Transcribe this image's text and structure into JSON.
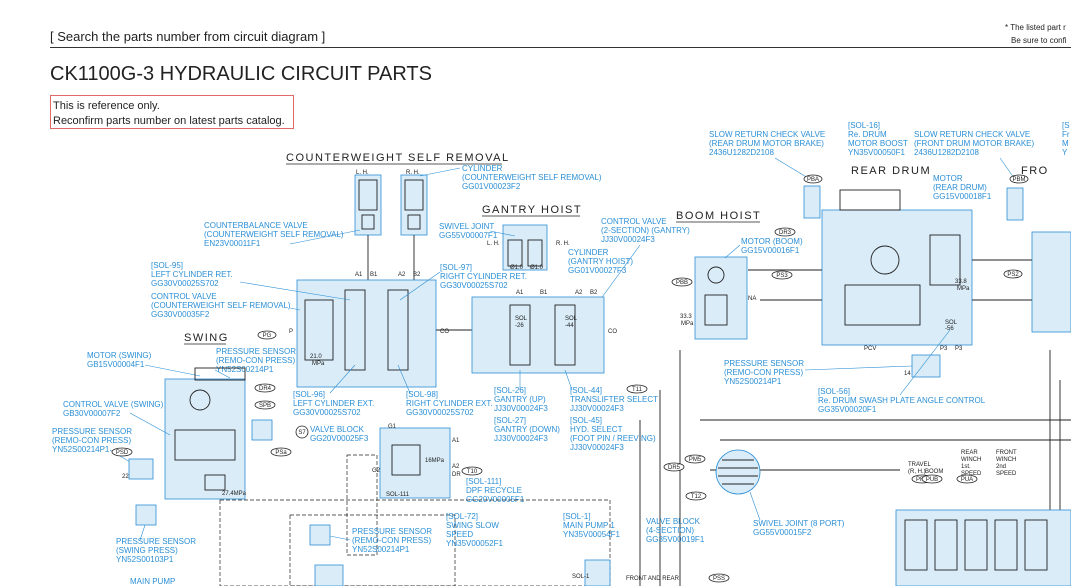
{
  "header": {
    "title": "[ Search the parts number from circuit diagram ]",
    "note_line1": "* The listed part r",
    "note_line2": "Be sure to confi"
  },
  "page_title": "CK1100G-3 HYDRAULIC CIRCUIT PARTS",
  "disclaimer": {
    "line1": "This is reference only.",
    "line2": "Reconfirm parts number on latest parts catalog."
  },
  "sections": {
    "counterweight": "COUNTERWEIGHT SELF REMOVAL",
    "gantry": "GANTRY HOIST",
    "boom": "BOOM HOIST",
    "rear_drum": "REAR DRUM",
    "front_drum": "FRO",
    "swing": "SWING"
  },
  "labels": {
    "cyl_1": "CYLINDER",
    "cyl_2": "(COUNTERWEIGHT SELF REMOVAL)",
    "cyl_3": "GG01V00023F2",
    "cbv_1": "COUNTERBALANCE VALVE",
    "cbv_2": "(COUNTERWEIGHT SELF REMOVAL)",
    "cbv_3": "EN23V00011F1",
    "swj_1": "SWIVEL JOINT",
    "swj_2": "GG55V00007F1",
    "sol95_1": "[SOL-95]",
    "sol95_2": "LEFT CYLINDER RET.",
    "sol95_3": "GG30V00025S702",
    "sol97_1": "[SOL-97]",
    "sol97_2": "RIGHT CYLINDER RET.",
    "sol97_3": "GG30V00025S702",
    "gcyl_1": "CYLINDER",
    "gcyl_2": "(GANTRY HOIST)",
    "gcyl_3": "GG01V00027F3",
    "cv2_1": "CONTROL VALVE",
    "cv2_2": "(2-SECTION) (GANTRY)",
    "cv2_3": "JJ30V00024F3",
    "cvcw_1": "CONTROL VALVE",
    "cvcw_2": "(COUNTERWEIGHT SELF REMOVAL)",
    "cvcw_3": "GG30V00035F2",
    "motorboom_1": "MOTOR (BOOM)",
    "motorboom_2": "GG15V00016F1",
    "motorswing_1": "MOTOR (SWING)",
    "motorswing_2": "GB15V00004F1",
    "ps_rc1_1": "PRESSURE SENSOR",
    "ps_rc1_2": "(REMO-CON PRESS)",
    "ps_rc1_3": "YN52S00214P1",
    "cvswing_1": "CONTROL VALVE (SWING)",
    "cvswing_2": "GB30V00007F2",
    "ps_rc2_1": "PRESSURE SENSOR",
    "ps_rc2_2": "(REMO-CON PRESS)",
    "ps_rc2_3": "YN52S00214P1",
    "sol96_1": "[SOL-96]",
    "sol96_2": "LEFT CYLINDER EXT.",
    "sol96_3": "GG30V00025S702",
    "sol98_1": "[SOL-98]",
    "sol98_2": "RIGHT CYLINDER EXT.",
    "sol98_3": "GG30V00025S702",
    "sol26_1": "[SOL-26]",
    "sol26_2": "GANTRY (UP)",
    "sol26_3": "JJ30V00024F3",
    "sol27_1": "[SOL-27]",
    "sol27_2": "GANTRY (DOWN)",
    "sol27_3": "JJ30V00024F3",
    "sol44_1": "[SOL-44]",
    "sol44_2": "TRANSLIFTER SELECT",
    "sol44_3": "JJ30V00024F3",
    "sol45_1": "[SOL-45]",
    "sol45_2": "HYD. SELECT",
    "sol45_3": "(FOOT PIN / REEVING)",
    "sol45_4": "JJ30V00024F3",
    "vb_1": "VALVE BLOCK",
    "vb_2": "GG20V00025F3",
    "sol111_1": "[SOL-111]",
    "sol111_2": "DPF RECYCLE",
    "sol111_3": "GG20V00005F1",
    "ps_sw_1": "PRESSURE SENSOR",
    "ps_sw_2": "(SWING PRESS)",
    "ps_sw_3": "YN52S00103P1",
    "ps_rc3_1": "PRESSURE SENSOR",
    "ps_rc3_2": "(REMO-CON PRESS)",
    "ps_rc3_3": "YN52S00214P1",
    "sol72_1": "[SOL-72]",
    "sol72_2": "SWING SLOW",
    "sol72_3": "SPEED",
    "sol72_4": "YN35V00052F1",
    "sol1_1": "[SOL-1]",
    "sol1_2": "MAIN PUMP 1",
    "sol1_3": "YN35V00054F1",
    "vb4_1": "VALVE BLOCK",
    "vb4_2": "(4-SECTION)",
    "vb4_3": "GG35V00019F1",
    "swj8_1": "SWIVEL JOINT (8 PORT)",
    "swj8_2": "GG55V00015F2",
    "src1_1": "SLOW RETURN CHECK VALVE",
    "src1_2": "(REAR DRUM MOTOR BRAKE)",
    "src1_3": "2436U1282D2108",
    "sol16_1": "[SOL-16]",
    "sol16_2": "Re. DRUM",
    "sol16_3": "MOTOR BOOST",
    "sol16_4": "YN35V00050F1",
    "src2_1": "SLOW RETURN CHECK VALVE",
    "src2_2": "(FRONT DRUM MOTOR BRAKE)",
    "src2_3": "2436U1282D2108",
    "fr_1": "[S",
    "fr_2": "Fr",
    "fr_3": "M",
    "fr_4": "Y",
    "motorrd_1": "MOTOR",
    "motorrd_2": "(REAR DRUM)",
    "motorrd_3": "GG15V00018F1",
    "ps_rc4_1": "PRESSURE SENSOR",
    "ps_rc4_2": "(REMO-CON PRESS)",
    "ps_rc4_3": "YN52S00214P1",
    "sol56_1": "[SOL-56]",
    "sol56_2": "Re. DRUM SWASH PLATE ANGLE CONTROL",
    "sol56_3": "GG35V00020F1",
    "main_pump": "MAIN PUMP",
    "front_rear": "FRONT AND REAR"
  },
  "tags": {
    "dr3": "DR3",
    "ps3": "PS3",
    "pbb": "PBB",
    "pg": "PG",
    "dr4": "DR4",
    "spb": "SPB",
    "psd": "PSD",
    "psa": "PSa",
    "t10": "T10",
    "t11": "T11",
    "t12": "T12",
    "dr5": "DR5",
    "pm5": "PM5",
    "pba": "PBA",
    "pbm": "PBM",
    "ps2": "PS2",
    "pss": "PSS",
    "s7": "S7"
  },
  "right_labels": {
    "rear_winch_1": "REAR",
    "rear_winch_2": "WINCH",
    "rear_winch_3": "1st.",
    "rear_winch_4": "SPEED",
    "front_winch_1": "FRONT",
    "front_winch_2": "WINCH",
    "front_winch_3": "2nd",
    "front_winch_4": "SPEED",
    "travel_1": "TRAVEL",
    "travel_2": "(R, H.)",
    "boom": "BOOM",
    "prf": "PRF",
    "pub": "PUB",
    "pua": "PUA"
  },
  "colors": {
    "accent": "#2b8fd6",
    "fill": "#d9ecf8",
    "frame": "#e06a6a"
  }
}
